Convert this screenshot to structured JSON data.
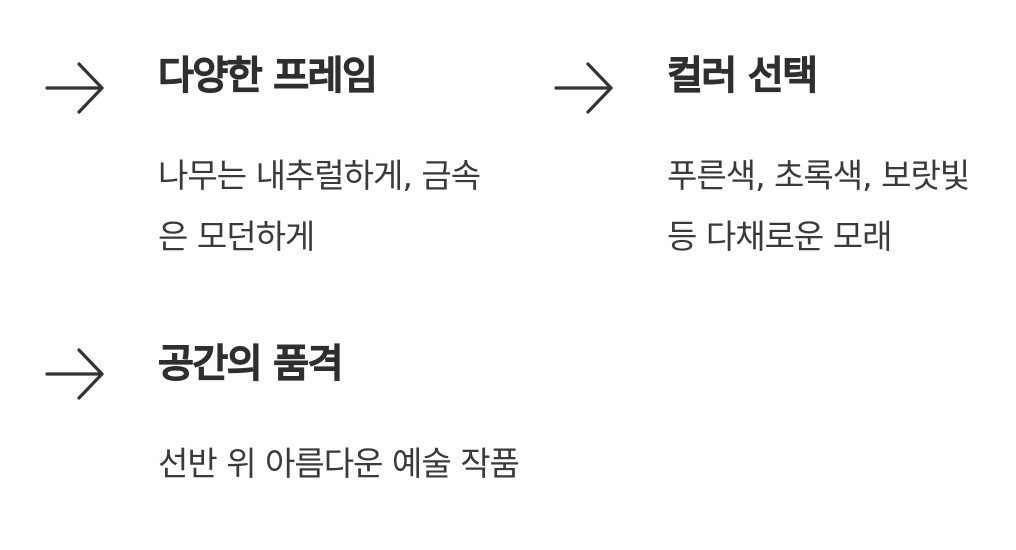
{
  "colors": {
    "background": "#ffffff",
    "text": "#333333",
    "arrow": "#333333"
  },
  "features": [
    {
      "icon": "arrow-right-icon",
      "title": "다양한 프레임",
      "description": "나무는 내추럴하게, 금속은 모던하게"
    },
    {
      "icon": "arrow-right-icon",
      "title": "컬러 선택",
      "description": "푸른색, 초록색, 보랏빛 등 다채로운 모래"
    },
    {
      "icon": "arrow-right-icon",
      "title": "공간의 품격",
      "description": "선반 위 아름다운 예술 작품"
    }
  ]
}
